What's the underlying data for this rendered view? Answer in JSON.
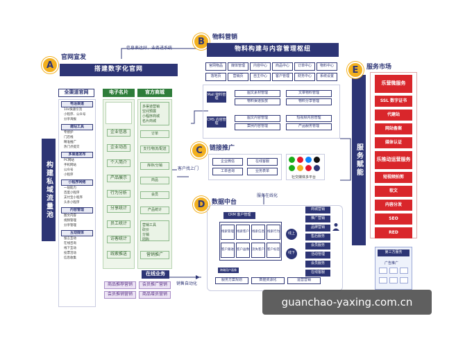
{
  "sections": {
    "A": {
      "badge": "A",
      "title": "官网宣发",
      "banner": "搭建数字化官网"
    },
    "B": {
      "badge": "B",
      "title": "物料营销",
      "banner": "物料构建与内容管理枢纽"
    },
    "C": {
      "badge": "C",
      "title": "链接推广"
    },
    "D": {
      "badge": "D",
      "title": "数据中台"
    },
    "E": {
      "badge": "E",
      "title": "服务市场"
    }
  },
  "flow_labels": {
    "top": "信息表达好，业务进系统",
    "customer": "客户找上门",
    "service_online": "服务在线化",
    "sales_auto": "销售自动化"
  },
  "left_vertical": "构建私域流量池",
  "right_vertical": "服务赋能",
  "col_headers": {
    "full": "全渠道官网",
    "card": "电子名片",
    "mall": "官方商城"
  },
  "full_channel": [
    {
      "group": "电话渠道",
      "items": [
        "10s快速引流",
        "小程序、公众号",
        "分享海报"
      ]
    },
    {
      "group": "建站工具",
      "items": [
        "专修护",
        "门店线",
        "精准推广",
        "热门点提交"
      ]
    },
    {
      "group": "多渠道发布",
      "items": [
        "PC网站",
        "手机网站",
        "公众号",
        "小程序"
      ]
    },
    {
      "group": "小程序网络",
      "items": [
        "一站助力",
        "百度小程序",
        "支付宝小程序",
        "头条小程序"
      ]
    },
    {
      "group": "内容管理",
      "items": [
        "图文内容",
        "视频管理",
        "分享管理"
      ]
    },
    {
      "group": "互动媒体",
      "items": [
        "留言互动",
        "在线咨询",
        "线下互动",
        "投票活动",
        "信息收集"
      ]
    }
  ],
  "card_items": [
    "企业信息",
    "企业动态",
    "个人简介",
    "产品展示",
    "行为分析",
    "分享统计",
    "员工统计",
    "访客统计",
    "线索推送"
  ],
  "mall_top_box": [
    "多渠道营销",
    "空间预展",
    "小程序商城",
    "名片商城"
  ],
  "mall_items": [
    "订单",
    "支付/物流/配送",
    "库存/分销",
    "商品",
    "会员",
    "产品统计"
  ],
  "mall_tools": [
    "营销工具",
    "砍价",
    "分销",
    "团购"
  ],
  "mall_last": "营销推广",
  "online_label": "在线业务",
  "bottom_boxes": [
    "商品推荐营销",
    "会员推广营销",
    "会员推销营销",
    "商品增员营销"
  ],
  "b_tabs_row1": [
    "官网物品",
    "媒体管理",
    "内容中心",
    "商品中心",
    "订单中心",
    "物料中心"
  ],
  "b_tabs_row2": [
    "落地页",
    "营销页",
    "自主中心",
    "客户管理",
    "财务中心",
    "系统设置"
  ],
  "b_left_top": "Mall 物料管理",
  "b_left_bottom": "CMS 内容管理",
  "b_grid_top": [
    [
      "图文素材管理",
      "文章物料管理"
    ],
    [
      "物料渠道投放",
      "物料分享管理"
    ]
  ],
  "b_grid_bottom": [
    [
      "图文内容管理",
      "短视频内容管理"
    ],
    [
      "案例内容管理",
      "产品服务管理"
    ]
  ],
  "c_boxes": [
    "企业微信",
    "在线客服",
    "工单咨询",
    "业务表单"
  ],
  "c_social_label": "社交媒体多平台",
  "d_crm": "CRM 客户管理",
  "d_header": "线索管理",
  "d_grid_row1": [
    "线索管理",
    "线索客户",
    "线索信息",
    "线索行为"
  ],
  "d_grid_row2": [
    "客户跟进",
    "客户画像",
    "流失客户",
    "客户标签"
  ],
  "d_bottom": [
    "服务方案规划",
    "数据资源化",
    "运营营销"
  ],
  "d_small_label": "跨端用户画像",
  "d_bubbles": [
    "线上",
    "线下"
  ],
  "d_right_list": [
    "商城营销",
    "推广营销",
    "品牌营销",
    "售后服务",
    "会员服务",
    "活动管理",
    "会员服务",
    "在线客服"
  ],
  "e_red_items": [
    "乐营微服务",
    "SSL 数字证书",
    "代建站",
    "网站备案",
    "媒体认证",
    "乐推动运营服务",
    "短视频拍剪",
    "软文",
    "内容分发",
    "SEO",
    "RED"
  ],
  "e_blue_label": "第三方服务",
  "e_blue_sub": "广告推广",
  "watermark": "guanchao-yaxing.com.cn",
  "colors": {
    "navy": "#2d3575",
    "green": "#2e7d3a",
    "red": "#d9262b",
    "gold": "#f2b01e",
    "purple": "#6a3d96"
  }
}
